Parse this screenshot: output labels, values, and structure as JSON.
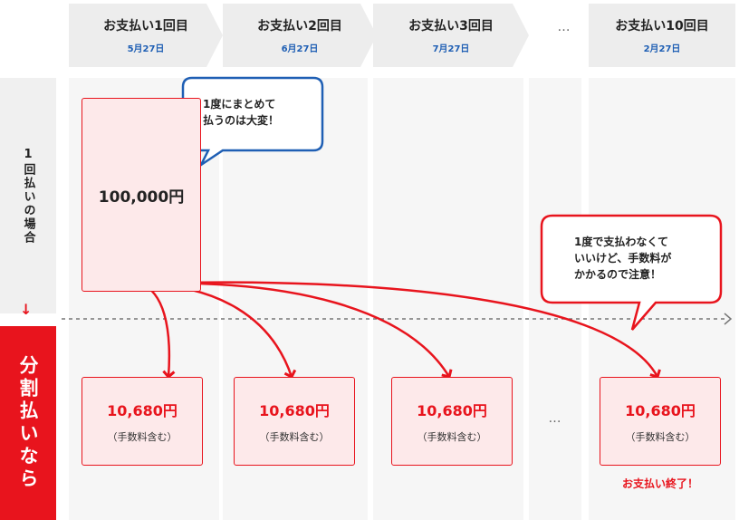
{
  "header": {
    "steps": [
      {
        "title": "お支払い1回目",
        "date": "5月27日"
      },
      {
        "title": "お支払い2回目",
        "date": "6月27日"
      },
      {
        "title": "お支払い3回目",
        "date": "7月27日"
      },
      {
        "title": "お支払い10回目",
        "date": "2月27日"
      }
    ],
    "ellipsis": "…"
  },
  "labels": {
    "single": "1回払いの場合",
    "installment": "分割払いなら"
  },
  "single_payment": {
    "amount": "100,000円"
  },
  "bubbles": {
    "left": {
      "line1": "1度にまとめて",
      "line2": "払うのは大変！"
    },
    "right": {
      "line1": "1度で支払わなくて",
      "line2": "いいけど、手数料が",
      "line3": "かかるので注意！"
    }
  },
  "installments": [
    {
      "amount": "10,680円",
      "note": "（手数料含む）"
    },
    {
      "amount": "10,680円",
      "note": "（手数料含む）"
    },
    {
      "amount": "10,680円",
      "note": "（手数料含む）"
    },
    {
      "amount": "10,680円",
      "note": "（手数料含む）"
    }
  ],
  "middle_ellipsis": "…",
  "end_text": "お支払い終了！",
  "colors": {
    "accent_red": "#e8141d",
    "date_blue": "#1f5fb4",
    "bubble_blue": "#1f5fb4"
  }
}
